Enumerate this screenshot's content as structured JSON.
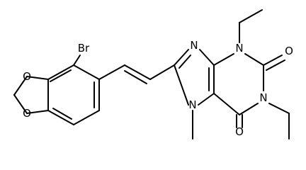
{
  "molecule": {
    "atoms": {
      "bromine": "Br",
      "imidazole_nitrogen": "N",
      "n3_nitrogen": "N",
      "n1_nitrogen": "N",
      "n7_nitrogen": "N",
      "carbonyl_oxygen_c2": "O",
      "carbonyl_oxygen_c6": "O",
      "dioxole_oxygen_top": "O",
      "dioxole_oxygen_bottom": "O"
    }
  }
}
